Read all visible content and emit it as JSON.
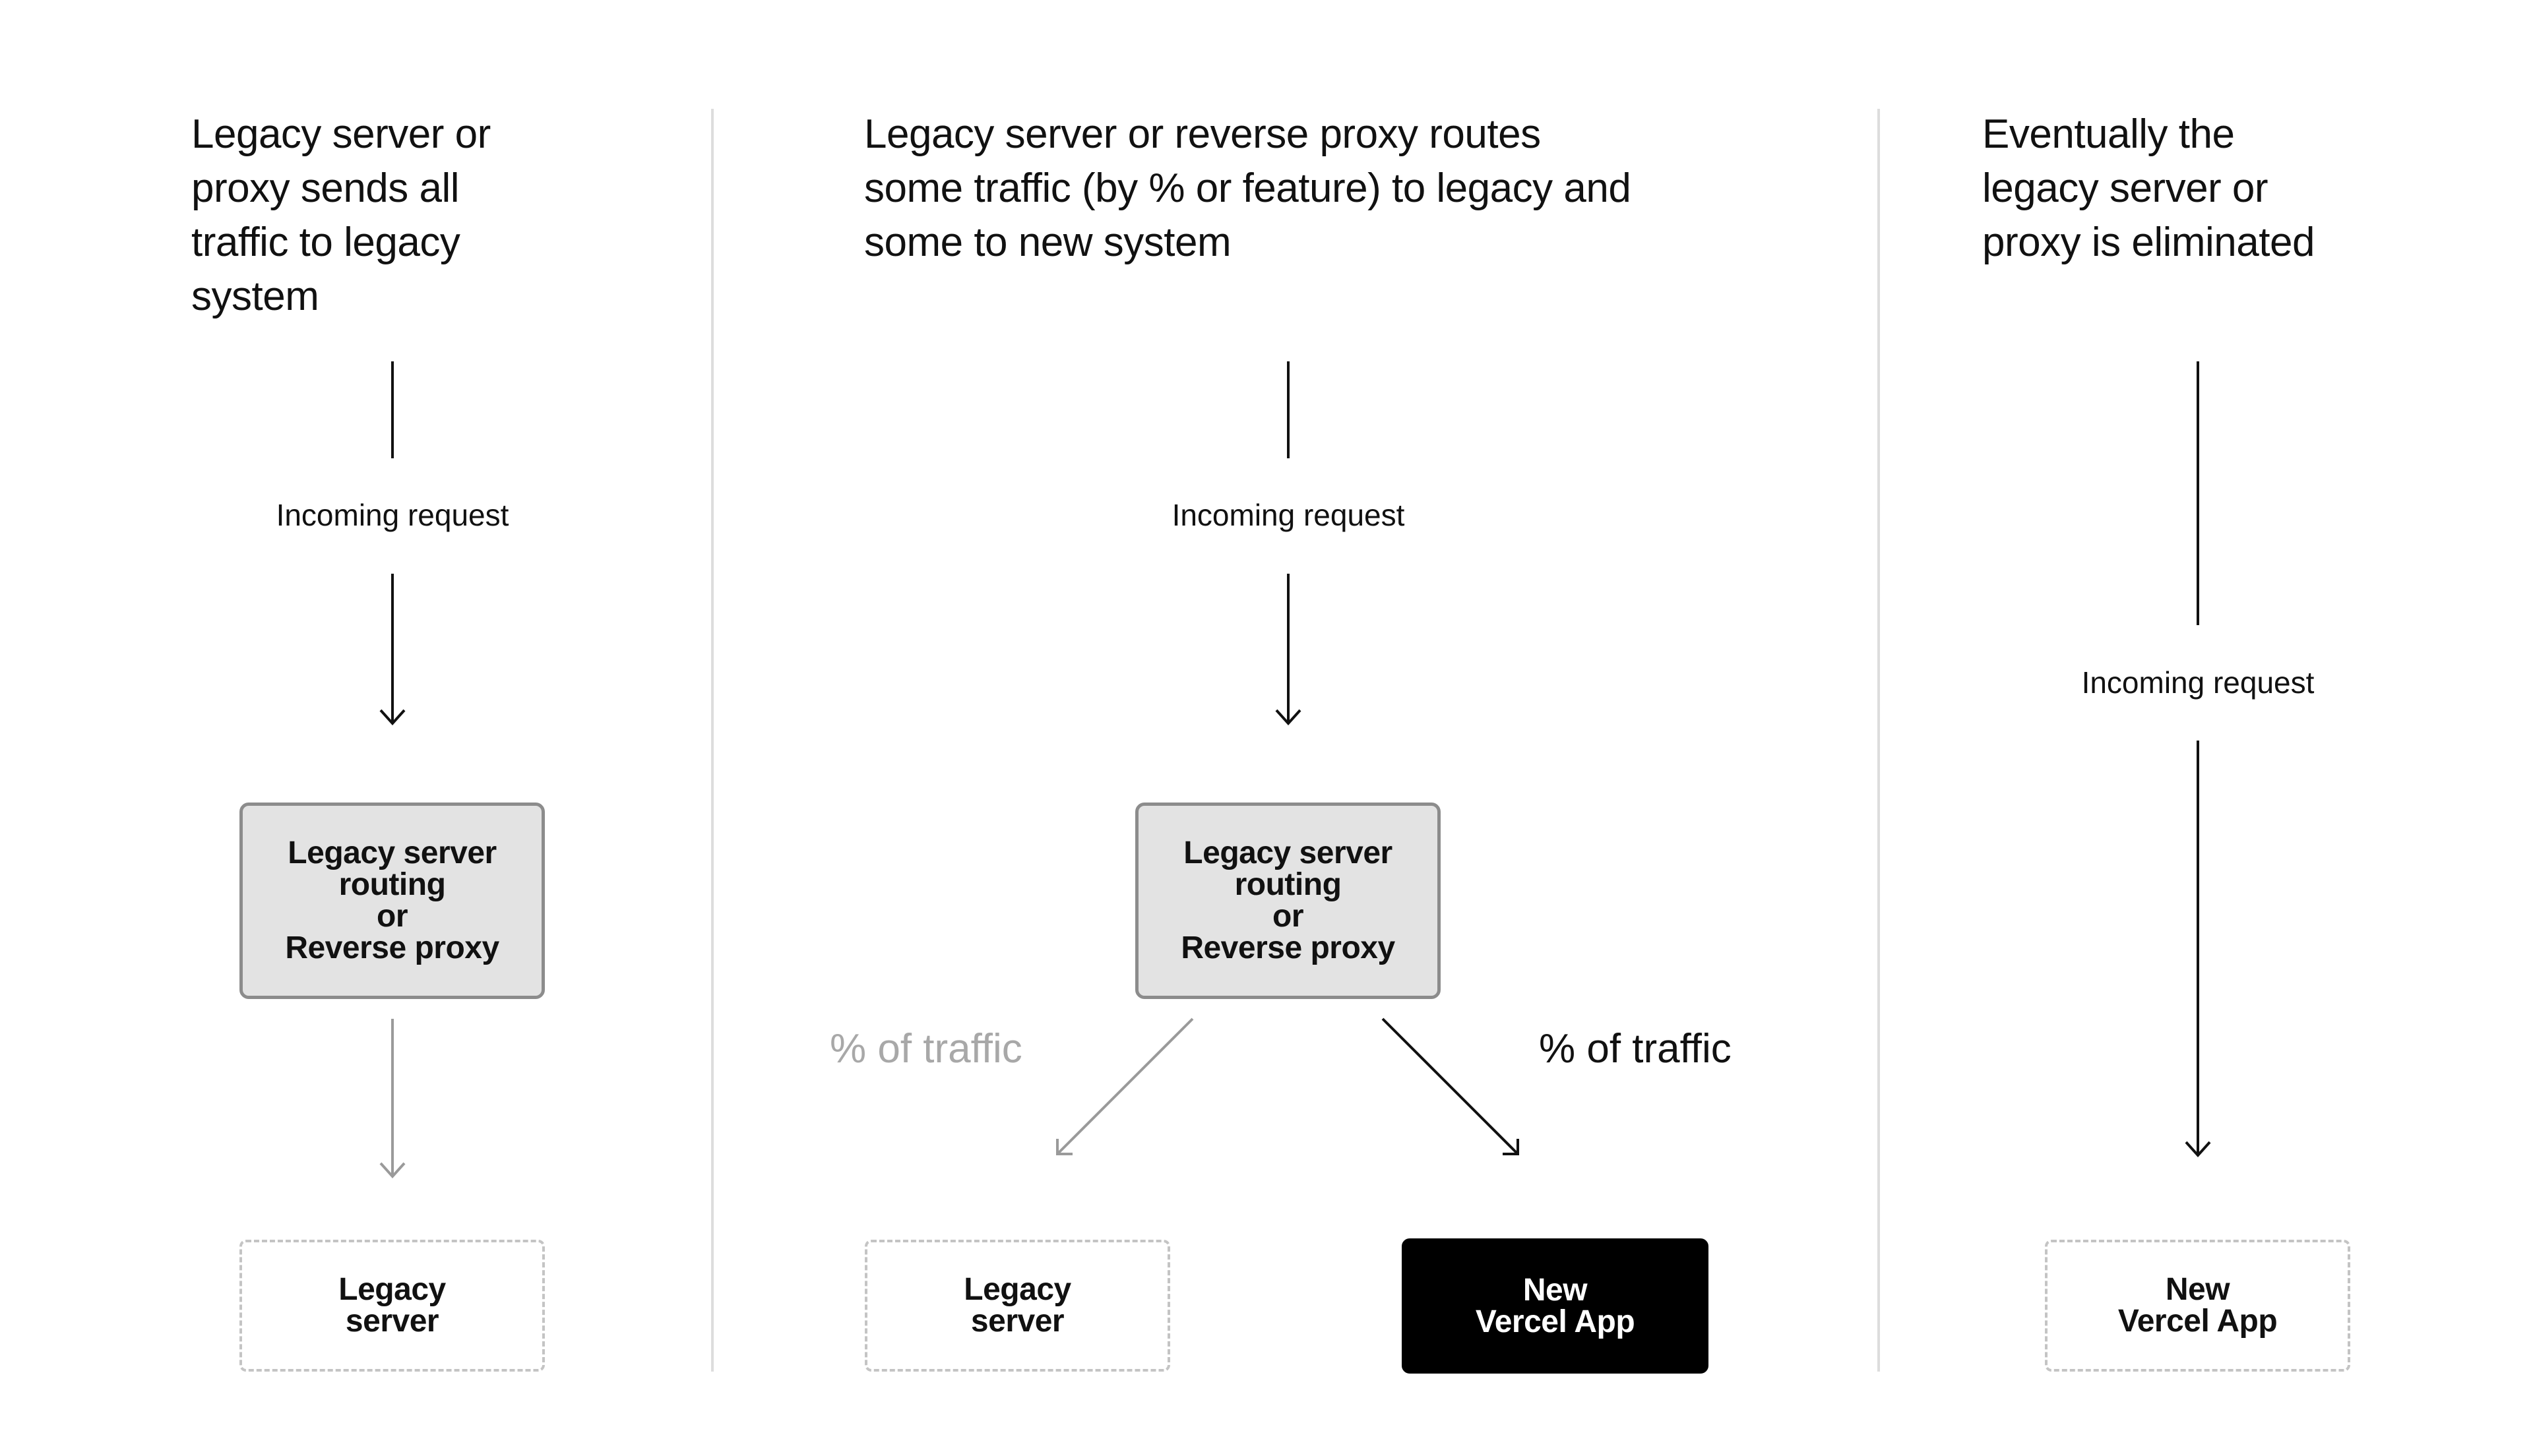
{
  "colors": {
    "line_dark": "#111111",
    "line_faded": "#9a9a9a",
    "divider": "#dddddd",
    "router_fill": "#e3e3e3",
    "router_border": "#8c8c8c",
    "dashed_border": "#c4c4c4",
    "new_app_fill": "#000000",
    "new_app_text": "#ffffff",
    "faded_text": "#a8a8a8"
  },
  "columns": [
    {
      "heading": "Legacy server or\nproxy sends all\ntraffic to legacy\nsystem",
      "incoming_label": "Incoming request",
      "router_label": "Legacy server\nrouting\nor\nReverse proxy",
      "legacy_label": "Legacy\nserver"
    },
    {
      "heading": "Legacy server or reverse proxy routes\nsome traffic (by % or feature) to legacy and\nsome to new system",
      "incoming_label": "Incoming request",
      "router_label": "Legacy server\nrouting\nor\nReverse proxy",
      "traffic_left": "% of traffic",
      "traffic_right": "% of traffic",
      "legacy_label": "Legacy\nserver",
      "new_app_label": "New\nVercel App"
    },
    {
      "heading": "Eventually the\nlegacy server or\nproxy is eliminated",
      "incoming_label": "Incoming request",
      "new_app_label": "New\nVercel App"
    }
  ]
}
